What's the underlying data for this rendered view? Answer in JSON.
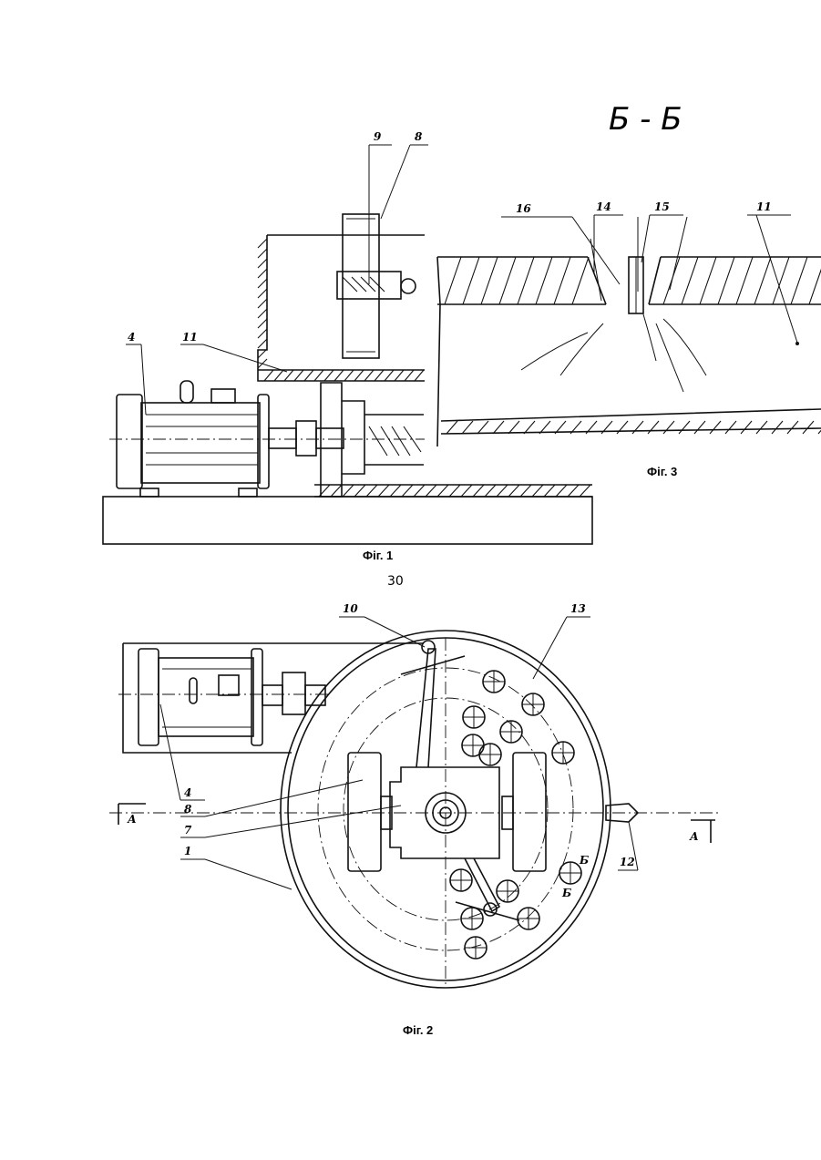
{
  "page_number": "30",
  "figures": {
    "fig1": {
      "caption": "Фіг. 1",
      "labels": [
        "4",
        "11",
        "9",
        "8"
      ]
    },
    "fig2": {
      "caption": "Фіг. 2",
      "labels": [
        "10",
        "13",
        "4",
        "8",
        "7",
        "1",
        "12"
      ],
      "section_marks": {
        "a": "А",
        "b": "Б"
      }
    },
    "fig3": {
      "caption": "Фіг. 3",
      "section_title": "Б - Б",
      "labels": [
        "16",
        "14",
        "15",
        "11"
      ]
    }
  }
}
